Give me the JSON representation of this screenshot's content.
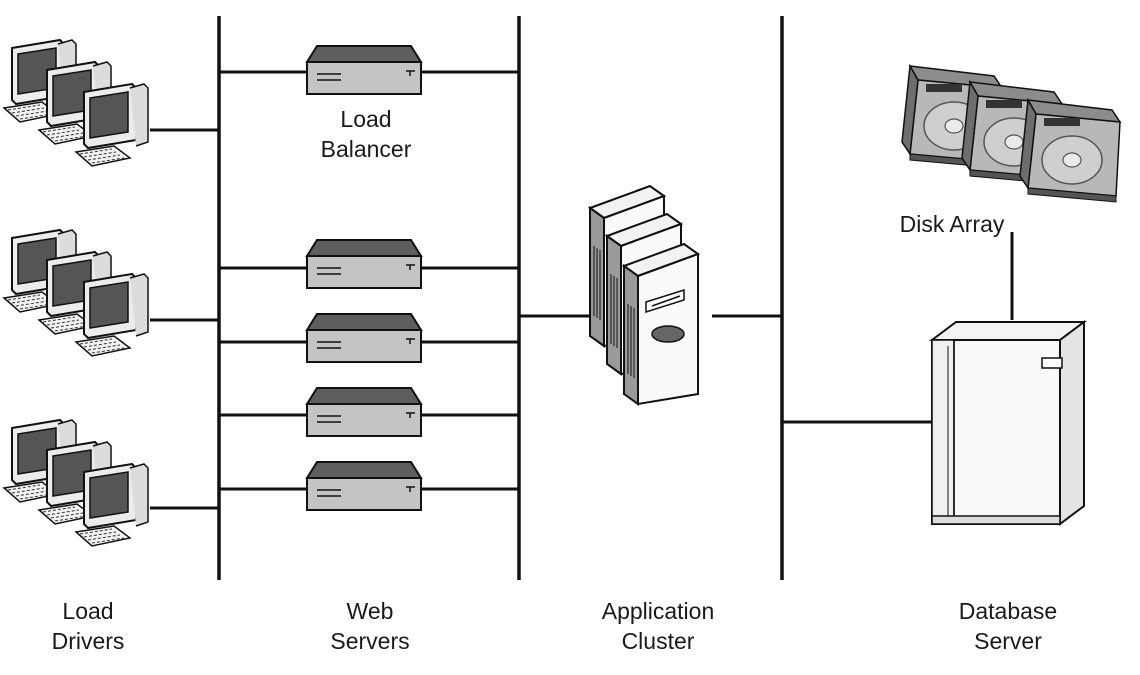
{
  "labels": {
    "load_drivers": [
      "Load",
      "Drivers"
    ],
    "web_servers": [
      "Web",
      "Servers"
    ],
    "application_cluster": [
      "Application",
      "Cluster"
    ],
    "database_server": [
      "Database",
      "Server"
    ],
    "load_balancer": [
      "Load",
      "Balancer"
    ],
    "disk_array": "Disk Array"
  },
  "icons": {
    "load_drivers": "desktop-computer-icon",
    "web_servers": "rack-server-icon",
    "load_balancer": "rack-server-icon",
    "application_cluster": "tower-server-icon",
    "database_server": "mainframe-icon",
    "disk_array": "hard-disk-icon"
  },
  "counts": {
    "load_driver_groups": 3,
    "computers_per_group": 3,
    "web_servers": 4,
    "app_cluster_towers": 3,
    "disks": 3
  },
  "colors": {
    "line": "#111111",
    "device_fill": "#c4c4c4",
    "device_top": "#5e5e5e",
    "screen": "#555555"
  }
}
